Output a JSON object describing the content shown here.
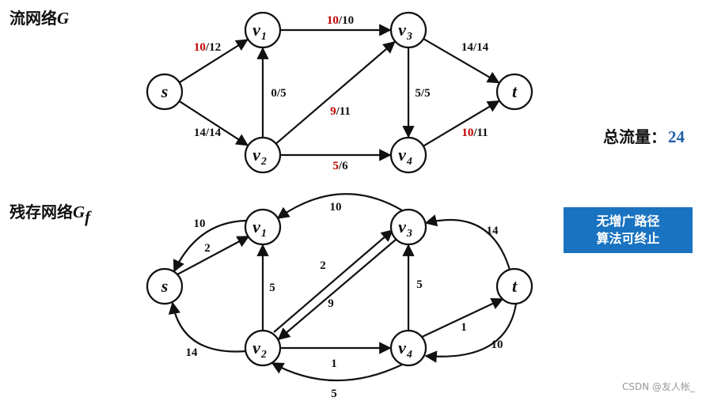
{
  "colors": {
    "flow_highlight": "#c00000",
    "total_value": "#1f5fa8",
    "box_bg": "#1a73c0",
    "box_text": "#ffffff"
  },
  "top": {
    "title_text": "流网络",
    "title_var": "G",
    "nodes": [
      {
        "id": "s",
        "label": "s",
        "sub": ""
      },
      {
        "id": "v1",
        "label": "v",
        "sub": "1"
      },
      {
        "id": "v2",
        "label": "v",
        "sub": "2"
      },
      {
        "id": "v3",
        "label": "v",
        "sub": "3"
      },
      {
        "id": "v4",
        "label": "v",
        "sub": "4"
      },
      {
        "id": "t",
        "label": "t",
        "sub": ""
      }
    ],
    "edges": [
      {
        "from": "s",
        "to": "v1",
        "flow": "10",
        "cap": "/12",
        "red": true
      },
      {
        "from": "s",
        "to": "v2",
        "flow": "14",
        "cap": "/14",
        "red": false
      },
      {
        "from": "v2",
        "to": "v1",
        "flow": "0",
        "cap": "/5",
        "red": false
      },
      {
        "from": "v1",
        "to": "v3",
        "flow": "10",
        "cap": "/10",
        "red": true
      },
      {
        "from": "v2",
        "to": "v3",
        "flow": "9",
        "cap": "/11",
        "red": true
      },
      {
        "from": "v2",
        "to": "v4",
        "flow": "5",
        "cap": "/6",
        "red": true
      },
      {
        "from": "v3",
        "to": "v4",
        "flow": "5",
        "cap": "/5",
        "red": false
      },
      {
        "from": "v3",
        "to": "t",
        "flow": "14",
        "cap": "/14",
        "red": false
      },
      {
        "from": "v4",
        "to": "t",
        "flow": "10",
        "cap": "/11",
        "red": true
      }
    ]
  },
  "total": {
    "label": "总流量：",
    "value": "24"
  },
  "residual": {
    "title_text": "残存网络",
    "title_var": "G",
    "title_sub": "f",
    "edges": [
      {
        "from": "v1",
        "to": "s",
        "label": "10"
      },
      {
        "from": "s",
        "to": "v1",
        "label": "2"
      },
      {
        "from": "v2",
        "to": "s",
        "label": "14"
      },
      {
        "from": "v2",
        "to": "v1",
        "label": "5"
      },
      {
        "from": "v3",
        "to": "v1",
        "label": "10"
      },
      {
        "from": "v2",
        "to": "v3",
        "label": "2"
      },
      {
        "from": "v3",
        "to": "v2",
        "label": "9"
      },
      {
        "from": "v2",
        "to": "v4",
        "label": "1"
      },
      {
        "from": "v4",
        "to": "v2",
        "label": "5"
      },
      {
        "from": "v4",
        "to": "v3",
        "label": "5"
      },
      {
        "from": "t",
        "to": "v3",
        "label": "14"
      },
      {
        "from": "v4",
        "to": "t",
        "label": "1"
      },
      {
        "from": "t",
        "to": "v4",
        "label": "10"
      }
    ]
  },
  "algo_box": {
    "line1": "无增广路径",
    "line2": "算法可终止"
  },
  "watermark": "CSDN @友人帐_"
}
